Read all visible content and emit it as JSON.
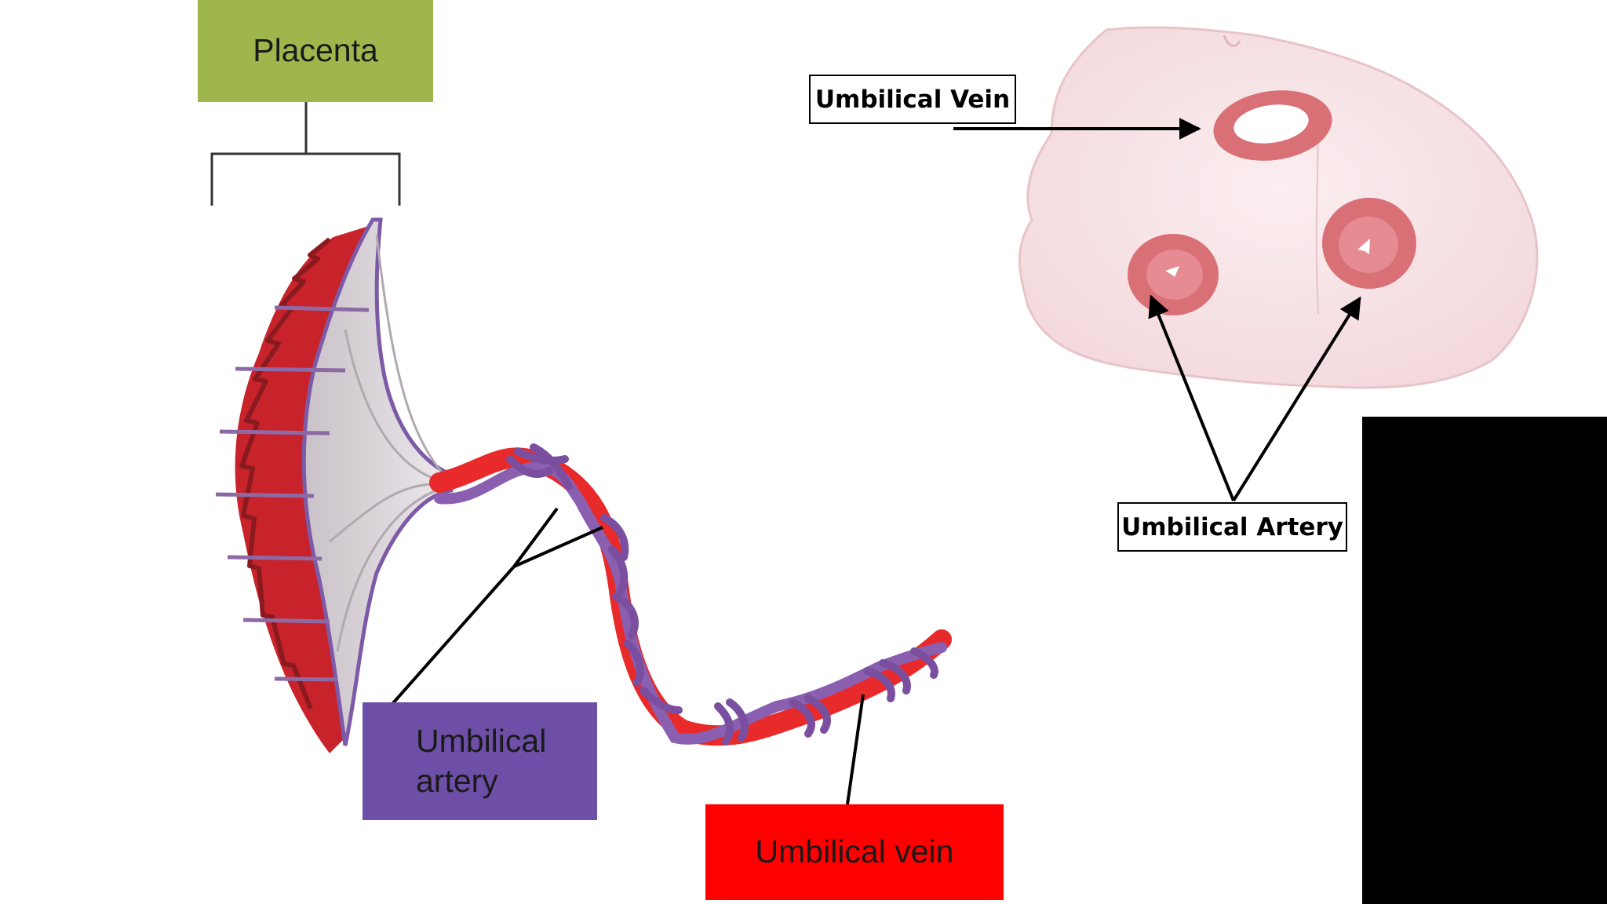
{
  "labels": {
    "placenta": "Placenta",
    "umbilical_artery_left_line1": "Umbilical",
    "umbilical_artery_left_line2": "artery",
    "umbilical_vein_left": "Umbilical vein",
    "umbilical_vein_right": "Umbilical Vein",
    "umbilical_artery_right": "Umbilical Artery"
  },
  "colors": {
    "placenta_box": "#9fb64c",
    "artery_box": "#6e4fa8",
    "vein_box": "#ff0000",
    "artery_purple": "#8a5fb0",
    "vein_red": "#e82a2a",
    "tissue_pink": "#f6dfe2",
    "vessel_wall": "#d97076"
  },
  "panel": {
    "color": "#000000"
  }
}
